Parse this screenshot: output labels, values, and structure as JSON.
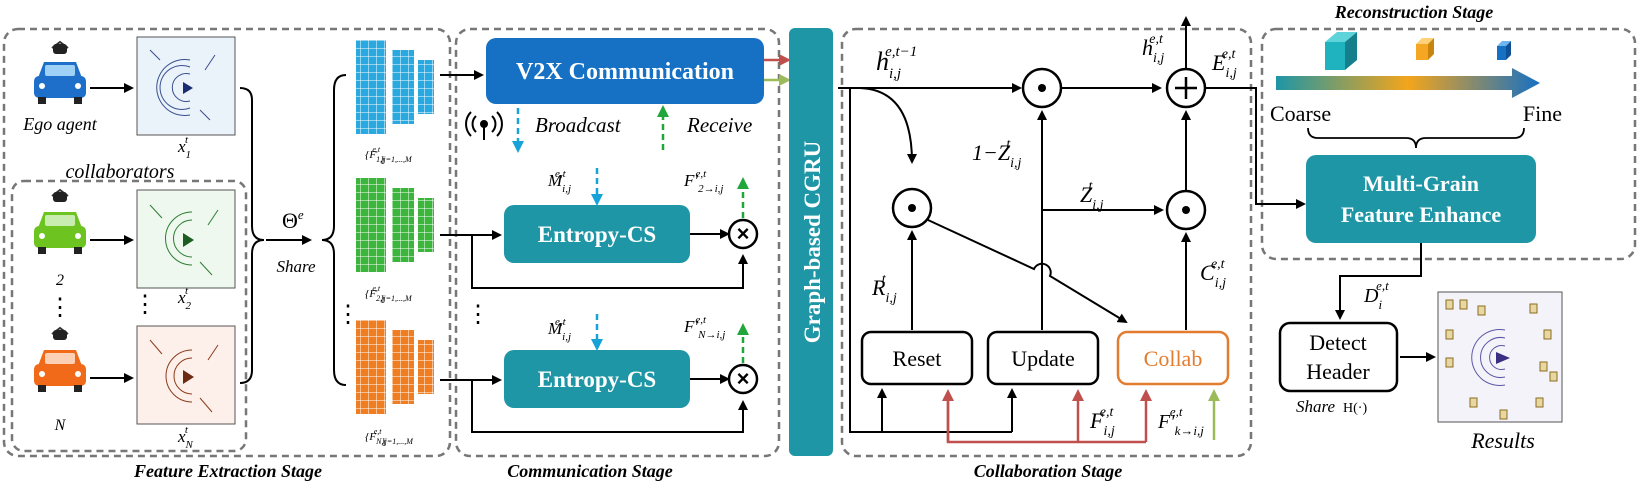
{
  "stages": {
    "feature_extraction": "Feature Extraction Stage",
    "communication": "Communication Stage",
    "collaboration": "Collaboration Stage",
    "reconstruction": "Reconstruction Stage"
  },
  "agents": {
    "ego_label": "Ego agent",
    "collaborators_label": "collaborators",
    "agent_2_label": "2",
    "agent_n_label": "N",
    "x1": "x",
    "x1_sub": "1",
    "x2": "x",
    "x2_sub": "2",
    "xn": "x",
    "xn_sub": "N",
    "x_sup": "t"
  },
  "encoder": {
    "theta": "Θ",
    "theta_sup": "e",
    "share": "Share",
    "f1": "{F",
    "f1_sub": "1,j",
    "f2": "{F",
    "f2_sub": "2,j",
    "fn": "{F",
    "fn_sub": "N,j",
    "f_sup": "e,t",
    "f_range": "}j=1,...,M",
    "dots": "⋮"
  },
  "communication": {
    "v2x": "V2X Communication",
    "broadcast": "Broadcast",
    "receive": "Receive",
    "entropy_cs_1": "Entropy-CS",
    "entropy_cs_2": "Entropy-CS",
    "m_label": "M",
    "m_sub": "i,j",
    "m_sup": "e,t",
    "f2i": "F′",
    "f2i_sub": "2→i,j",
    "fni": "F′",
    "fni_sub": "N→i,j",
    "fp_sup": "e,t",
    "times": "×"
  },
  "cgru": {
    "label": "Graph-based CGRU"
  },
  "collaboration": {
    "h_prev": "h",
    "h_prev_sub": "i,j",
    "h_prev_sup": "e,t−1",
    "h_cur": "h",
    "h_cur_sub": "i,j",
    "h_cur_sup": "e,t",
    "e_label": "E",
    "e_sub": "i,j",
    "e_sup": "e,t",
    "one_minus_z": "1−Z",
    "z": "Z",
    "zr_sub": "i,j",
    "zr_sup": "t",
    "r": "R",
    "c": "C",
    "c_sub": "i,j",
    "c_sup": "e,t",
    "reset": "Reset",
    "update": "Update",
    "collab": "Collab",
    "f_in": "F",
    "f_in_sub": "i,j",
    "f_in_sup": "e,t",
    "fk": "F′",
    "fk_sub": "k→i,j",
    "fk_sup": "e,t",
    "dot": "⊙",
    "plus": "+"
  },
  "reconstruction": {
    "coarse": "Coarse",
    "fine": "Fine",
    "mgfe_line1": "Multi-Grain",
    "mgfe_line2": "Feature Enhance",
    "d_label": "D",
    "d_sub": "i",
    "d_sup": "e,t",
    "detect_line1": "Detect",
    "detect_line2": "Header",
    "share": "Share",
    "h_func": "H(·)",
    "results": "Results"
  },
  "colors": {
    "teal": "#1e96a6",
    "blue": "#1670c3",
    "cyan_grid": "#29a9df",
    "green_grid": "#3cb53c",
    "orange_grid": "#ef7d22",
    "collab": "#e27c2e",
    "red_arrow": "#c0504d",
    "green_arrow": "#9bbb59",
    "cyan_dash": "#17a2d8",
    "green_dash": "#21a63b"
  }
}
